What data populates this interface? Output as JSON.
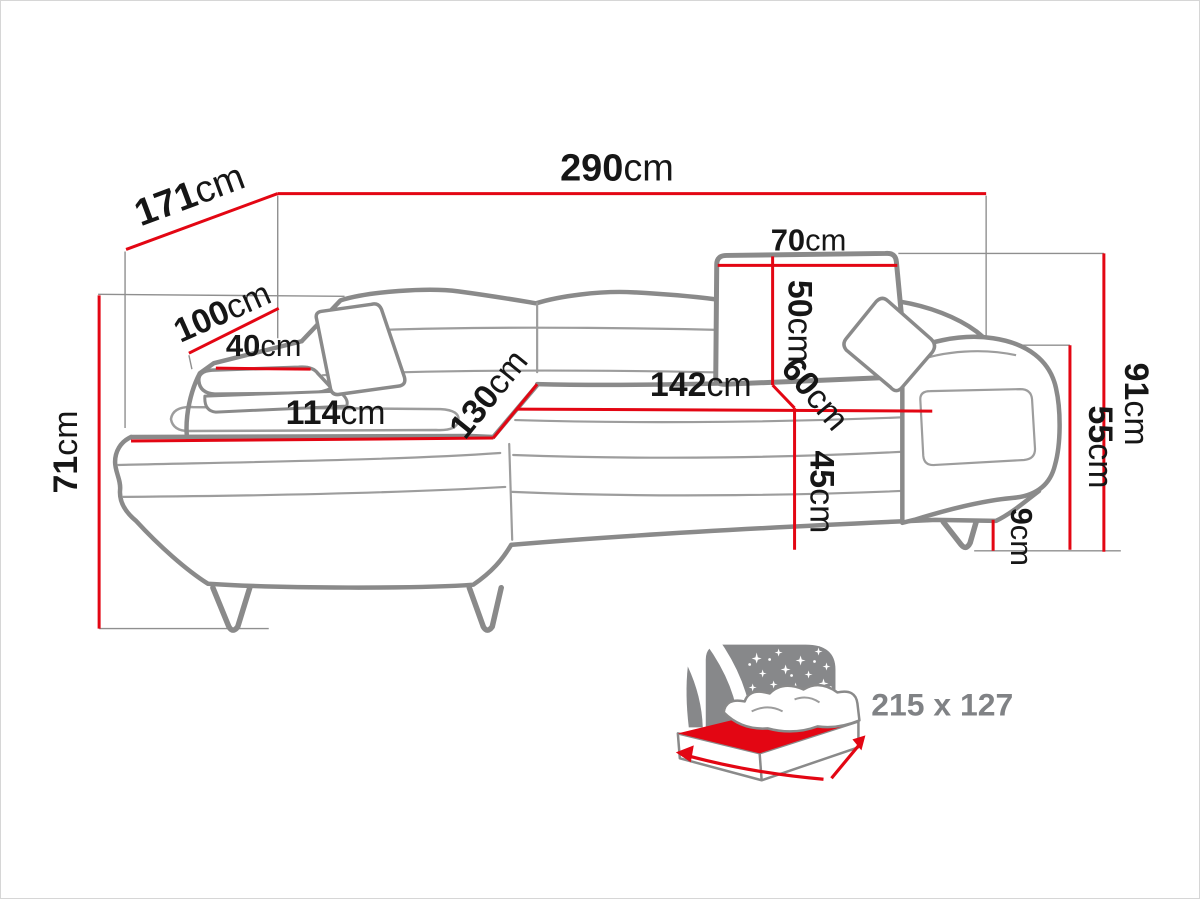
{
  "colors": {
    "dimension_red": "#e30613",
    "outline_gray": "#8a8a8a",
    "seam_gray": "#9d9d9d",
    "construction_gray": "#8f8f8f",
    "label_black": "#161616",
    "icon_gray": "#87888a",
    "icon_text_gray": "#808285",
    "background": "#ffffff"
  },
  "diagram": {
    "type": "sofa-dimension-drawing",
    "dimensions": {
      "overall_width": {
        "value": "290",
        "unit": "cm"
      },
      "overall_depth": {
        "value": "171",
        "unit": "cm"
      },
      "chaise_depth": {
        "value": "100",
        "unit": "cm"
      },
      "armrest_top_width": {
        "value": "40",
        "unit": "cm"
      },
      "armrest_height": {
        "value": "71",
        "unit": "cm"
      },
      "chaise_length": {
        "value": "114",
        "unit": "cm"
      },
      "chaise_width": {
        "value": "130",
        "unit": "cm"
      },
      "seat_width": {
        "value": "142",
        "unit": "cm"
      },
      "headrest_width": {
        "value": "70",
        "unit": "cm"
      },
      "headrest_height": {
        "value": "50",
        "unit": "cm"
      },
      "seat_depth": {
        "value": "60",
        "unit": "cm"
      },
      "seat_height": {
        "value": "45",
        "unit": "cm"
      },
      "back_height": {
        "value": "91",
        "unit": "cm"
      },
      "arm_height": {
        "value": "55",
        "unit": "cm"
      },
      "leg_height": {
        "value": "9",
        "unit": "cm"
      }
    },
    "sleeping_area": {
      "text": "215 x 127"
    }
  }
}
